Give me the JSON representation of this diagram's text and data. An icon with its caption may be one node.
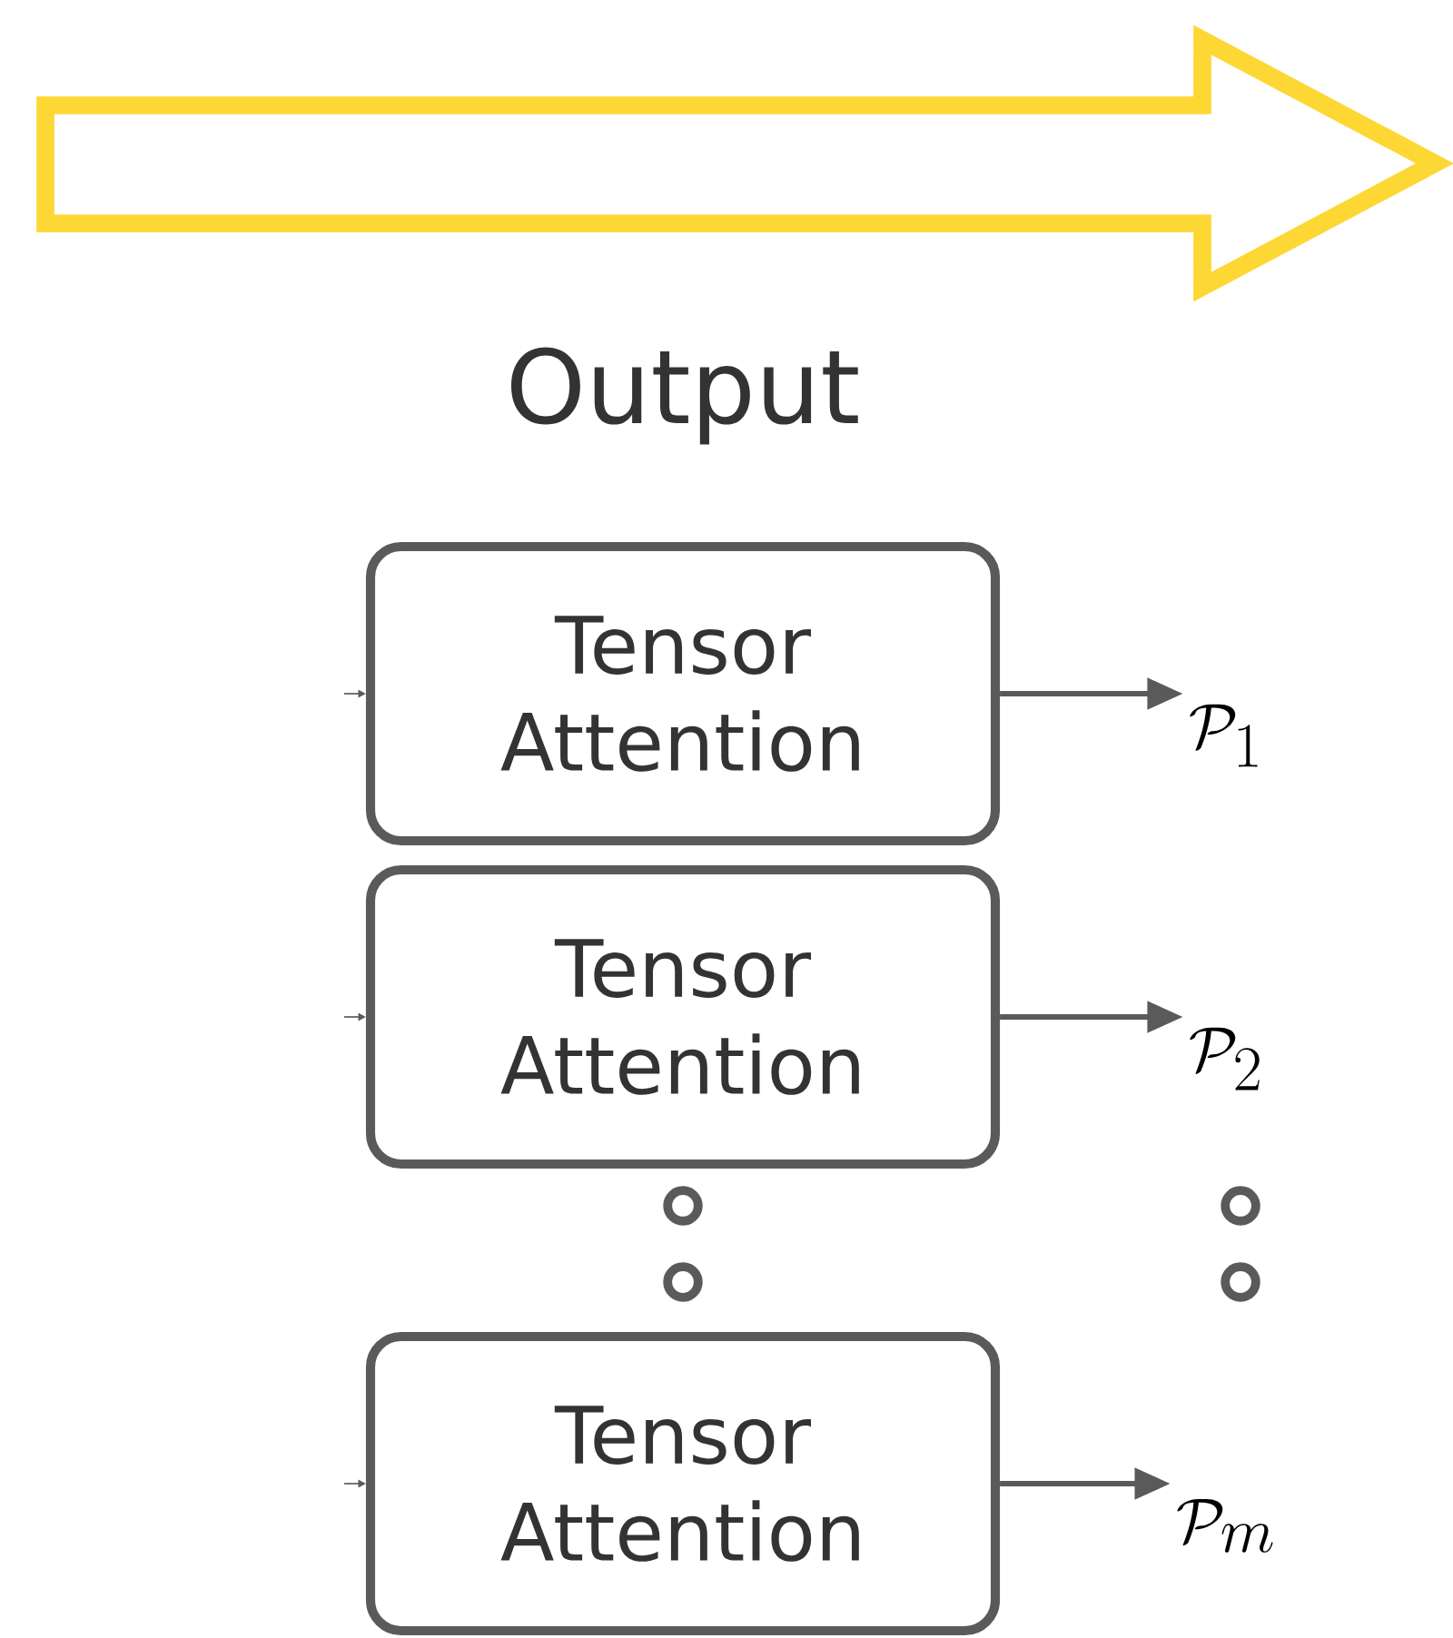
{
  "diagram": {
    "nodes": [
      {
        "text": [
          "Tensor Attention"
        ]
      },
      {
        "text": [
          "\\mathcal{P}_1"
        ]
      },
      {
        "text": [
          "Tensor Attention"
        ]
      },
      {
        "text": [
          "\\mathcal{P}_2"
        ]
      },
      {
        "text": [
          "Tensor Attention"
        ]
      },
      {
        "text": [
          "\\mathcal{P}_m"
        ]
      }
    ],
    "edges": [
      {
        "from": 0,
        "to": 1,
        "arrow": "to",
        "style": "thick"
      },
      {
        "from": 2,
        "to": 3,
        "arrow": "to",
        "style": "thick"
      },
      {
        "from": 4,
        "to": 5,
        "arrow": "to",
        "style": "thick"
      },
      {
        "from": null,
        "to": 0,
        "arrow": "to"
      },
      {
        "from": null,
        "to": 2,
        "arrow": "to"
      },
      {
        "from": null,
        "to": 4,
        "arrow": "to"
      }
    ],
    "labels": [
      "Output"
    ]
  }
}
